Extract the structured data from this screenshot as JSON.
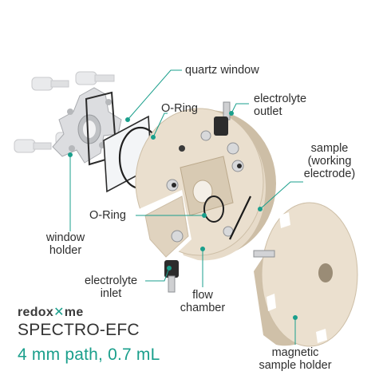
{
  "labels": {
    "quartz_window": "quartz window",
    "o_ring_top": "O-Ring",
    "electrolyte_outlet": [
      "electrolyte",
      "outlet"
    ],
    "sample": [
      "sample",
      "(working",
      "electrode)"
    ],
    "o_ring_mid": "O-Ring",
    "window_holder": [
      "window",
      "holder"
    ],
    "electrolyte_inlet": [
      "electrolyte",
      "inlet"
    ],
    "flow_chamber": [
      "flow",
      "chamber"
    ],
    "magnetic_sample_holder": [
      "magnetic",
      "sample holder"
    ]
  },
  "brand": {
    "part1": "redox",
    "accent": "",
    "part2": "me"
  },
  "product": {
    "name": "SPECTRO-EFC",
    "spec": "4 mm path, 0.7 mL"
  },
  "colors": {
    "leader": "#1a9f8c",
    "body": "#e8dccb",
    "body_shade": "#cfc0a8",
    "metal": "#d9dadc",
    "text": "#2e2e2e"
  }
}
